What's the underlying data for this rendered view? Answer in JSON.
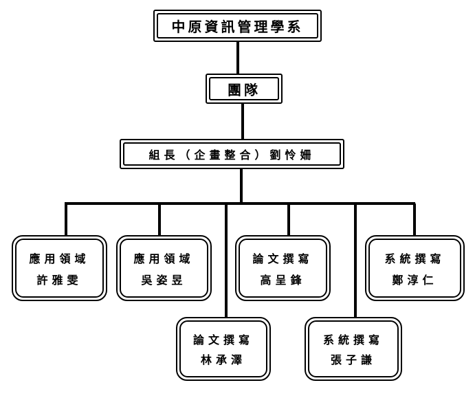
{
  "root": {
    "title": "中原資訊管理學系"
  },
  "team": {
    "title": "團隊"
  },
  "leader": {
    "title": "組長（企畫整合）劉怜姍"
  },
  "members": [
    {
      "role": "應用領域",
      "name": "許雅雯"
    },
    {
      "role": "應用領域",
      "name": "吳姿昱"
    },
    {
      "role": "論文撰寫",
      "name": "高呈鋒"
    },
    {
      "role": "系統撰寫",
      "name": "鄭淳仁"
    },
    {
      "role": "論文撰寫",
      "name": "林承澤"
    },
    {
      "role": "系統撰寫",
      "name": "張子謙"
    }
  ]
}
